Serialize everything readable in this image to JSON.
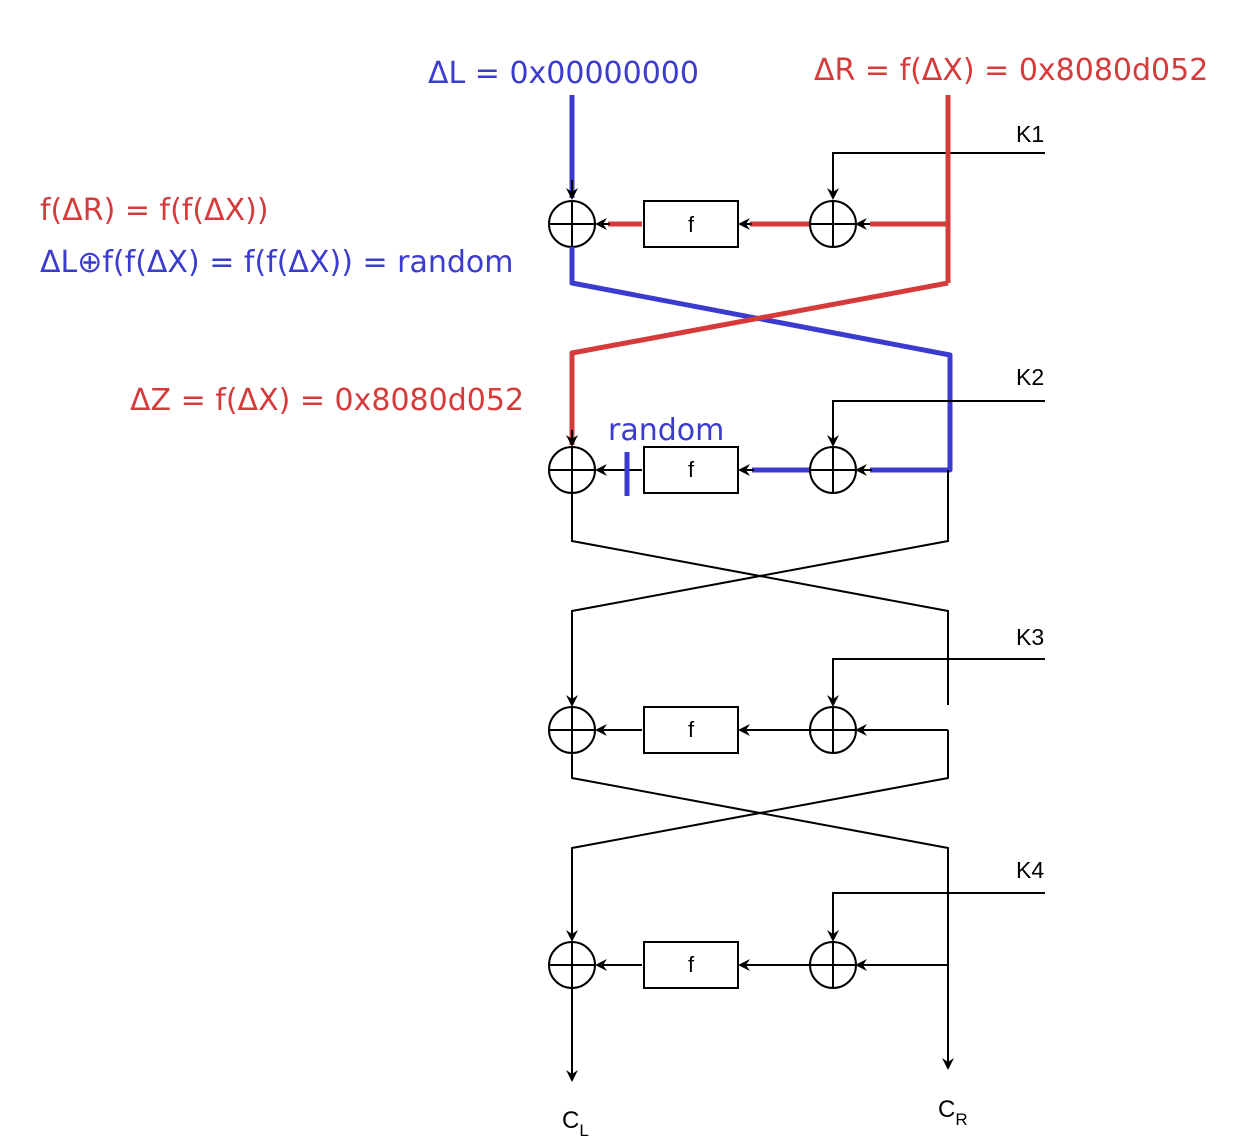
{
  "annotations": {
    "delta_l": "ΔL = 0x00000000",
    "delta_r": "ΔR = f(ΔX) = 0x8080d052",
    "f_delta_r": "f(ΔR) = f(f(ΔX))",
    "delta_l_xor": "ΔL⊕f(f(ΔX) = f(f(ΔX)) = random",
    "delta_z": "ΔZ = f(ΔX) = 0x8080d052",
    "random": "random"
  },
  "rounds": [
    {
      "key": "K1",
      "f_label": "f"
    },
    {
      "key": "K2",
      "f_label": "f"
    },
    {
      "key": "K3",
      "f_label": "f"
    },
    {
      "key": "K4",
      "f_label": "f"
    }
  ],
  "outputs": {
    "left_main": "C",
    "left_sub": "L",
    "right_main": "C",
    "right_sub": "R"
  },
  "colors": {
    "red": "#d63b3b",
    "blue": "#3b3bd0",
    "black": "#000000"
  }
}
